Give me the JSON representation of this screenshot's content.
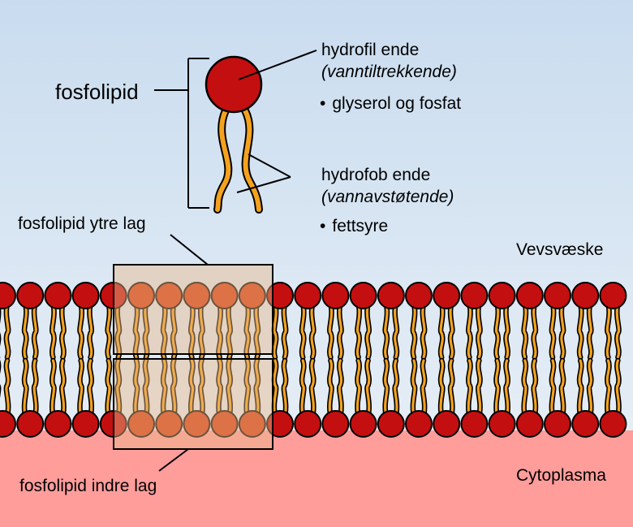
{
  "labels": {
    "fosfolipid": "fosfolipid",
    "hydrofil_title": "hydrofil ende",
    "hydrofil_sub": "(vanntiltrekkende)",
    "hydrofil_bullet": "glyserol og fosfat",
    "hydrofob_title": "hydrofob ende",
    "hydrofob_sub": "(vannavstøtende)",
    "hydrofob_bullet": "fettsyre",
    "outer_layer": "fosfolipid ytre lag",
    "inner_layer": "fosfolipid indre lag",
    "tissue_fluid": "Vevsvæske",
    "cytoplasm": "Cytoplasma"
  },
  "colors": {
    "extracellular_top": "#c9dcef",
    "extracellular_bottom": "#e6eef6",
    "cytoplasm": "#ff9d9b",
    "head": "#c40f10",
    "head_highlight": "#d43a10",
    "tail": "#f4a21e",
    "tail_outline": "#000000",
    "highlight_box": "#e8b98a"
  },
  "icons": {
    "head": "hydrophilic-head-icon",
    "tail": "hydrophobic-tail-icon"
  }
}
